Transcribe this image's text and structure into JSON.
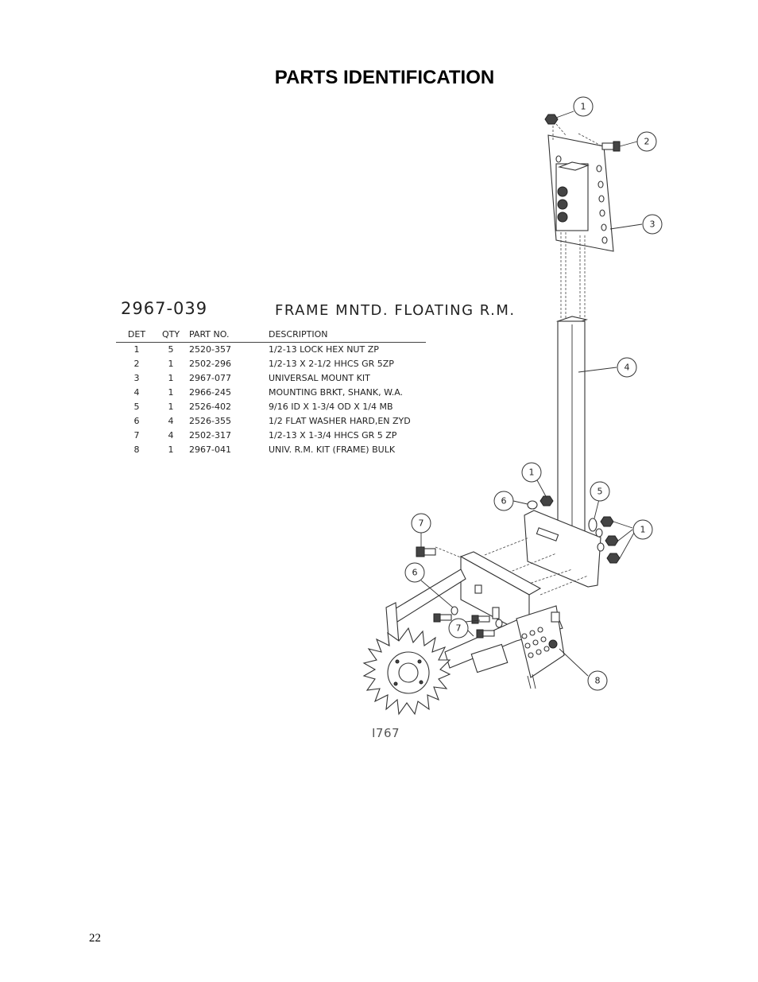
{
  "page": {
    "title": "PARTS IDENTIFICATION",
    "page_number": "22"
  },
  "assembly": {
    "number": "2967-039",
    "name": "FRAME MNTD. FLOATING R.M."
  },
  "table": {
    "headers": [
      "DET",
      "QTY",
      "PART NO.",
      "DESCRIPTION"
    ],
    "rows": [
      {
        "det": "1",
        "qty": "5",
        "part": "2520-357",
        "desc": "1/2-13 LOCK HEX NUT ZP"
      },
      {
        "det": "2",
        "qty": "1",
        "part": "2502-296",
        "desc": "1/2-13 X 2-1/2 HHCS GR 5ZP"
      },
      {
        "det": "3",
        "qty": "1",
        "part": "2967-077",
        "desc": "UNIVERSAL MOUNT KIT"
      },
      {
        "det": "4",
        "qty": "1",
        "part": "2966-245",
        "desc": "MOUNTING BRKT, SHANK, W.A."
      },
      {
        "det": "5",
        "qty": "1",
        "part": "2526-402",
        "desc": "9/16 ID X 1-3/4 OD X 1/4 MB"
      },
      {
        "det": "6",
        "qty": "4",
        "part": "2526-355",
        "desc": "1/2 FLAT WASHER HARD,EN ZYD"
      },
      {
        "det": "7",
        "qty": "4",
        "part": "2502-317",
        "desc": "1/2-13 X 1-3/4 HHCS GR 5 ZP"
      },
      {
        "det": "8",
        "qty": "1",
        "part": "2967-041",
        "desc": "UNIV. R.M. KIT (FRAME) BULK"
      }
    ]
  },
  "figure": {
    "id": "I767",
    "callouts": [
      "1",
      "2",
      "3",
      "4",
      "1",
      "6",
      "5",
      "1",
      "7",
      "6",
      "7",
      "8"
    ]
  }
}
